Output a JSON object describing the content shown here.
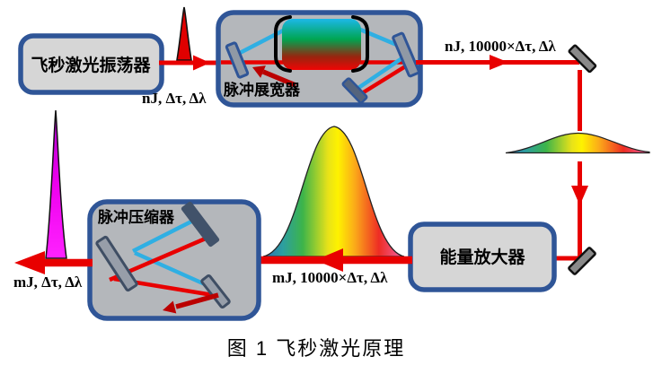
{
  "figure": {
    "caption": "图 1 飞秒激光原理"
  },
  "components": {
    "oscillator": {
      "label": "飞秒激光振荡器"
    },
    "stretcher": {
      "label": "脉冲展宽器"
    },
    "amplifier": {
      "label": "能量放大器"
    },
    "compressor": {
      "label": "脉冲压缩器"
    }
  },
  "beam_labels": {
    "oscillator_output": "nJ, Δτ, Δλ",
    "stretcher_output": "nJ, 10000×Δτ, Δλ",
    "amplifier_output": "mJ, 10000×Δτ, Δλ",
    "compressor_output": "mJ, Δτ, Δλ"
  },
  "icons": {
    "seed_pulse": "narrow-red-pulse-icon",
    "stretched_pulse": "broad-rainbow-pulse-icon",
    "amplified_pulse": "tall-rainbow-pulse-icon",
    "compressed_pulse": "narrow-magenta-pulse-icon",
    "fold_mirrors": "grey-45deg-mirror-icon"
  },
  "colors": {
    "beam_red": "#e80000",
    "beam_cyan": "#2fafe3",
    "beam_dark_red": "#bb0000",
    "box_fill_light": "#d6d6d6",
    "box_fill_medium": "#b4b7bb",
    "box_border_blue": "#2f5597",
    "mirror_grey": "#9099a5",
    "mirror_dark_slate": "#41526a",
    "fold_mirror_grey": "#8a8a8a",
    "pulse_magenta": "#ff00ff",
    "pulse_red": "#e00000"
  }
}
